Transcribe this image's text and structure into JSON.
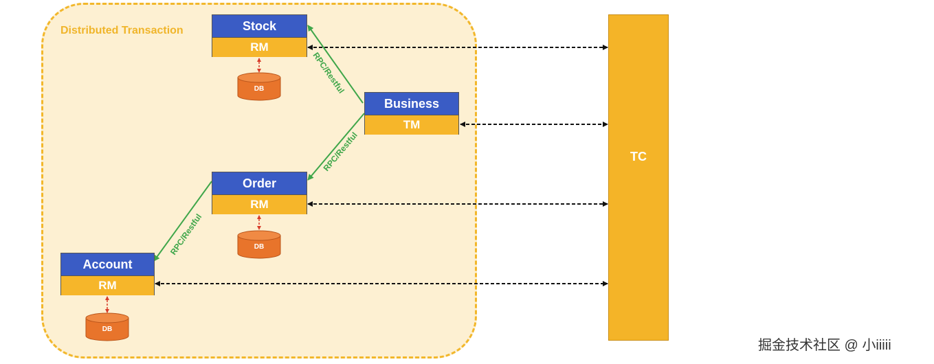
{
  "title": "Distributed Transaction",
  "services": {
    "stock": {
      "name": "Stock",
      "role": "RM"
    },
    "business": {
      "name": "Business",
      "role": "TM"
    },
    "order": {
      "name": "Order",
      "role": "RM"
    },
    "account": {
      "name": "Account",
      "role": "RM"
    }
  },
  "coordinator": {
    "label": "TC"
  },
  "db_label": "DB",
  "rpc_label": "RPC/Restful",
  "watermark": "掘金技术社区 @ 小iiiii",
  "colors": {
    "service_header": "#3a5cc5",
    "service_role": "#f6b62a",
    "coordinator": "#f4b428",
    "database": "#e8742b",
    "rpc_arrow": "#3fa64a",
    "db_link": "#d83c2a",
    "zone_fill": "#fdf0d2",
    "zone_border": "#f2b72b"
  }
}
